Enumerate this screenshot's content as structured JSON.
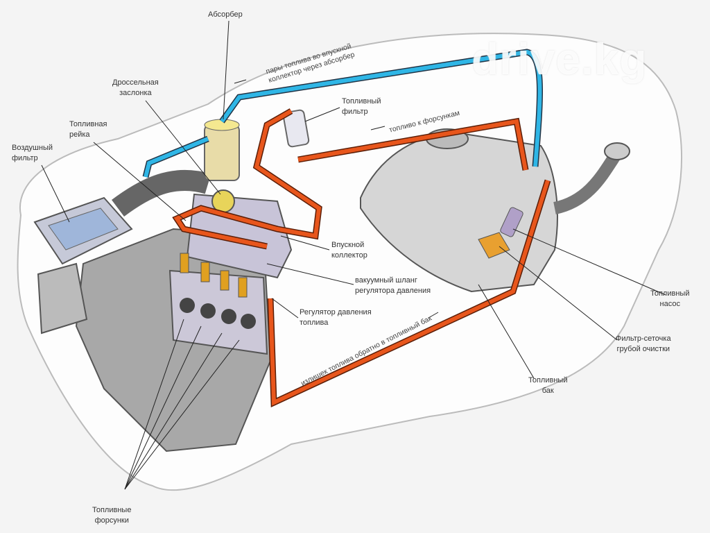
{
  "watermark": "drive.kg",
  "labels": {
    "absorber": "Абсорбер",
    "throttle": [
      "Дроссельная",
      "заслонка"
    ],
    "fuel_rail": [
      "Топливная",
      "рейка"
    ],
    "air_filter": [
      "Воздушный",
      "фильтр"
    ],
    "fuel_filter": [
      "Топливный",
      "фильтр"
    ],
    "intake_manifold": [
      "Впускной",
      "коллектор"
    ],
    "vacuum_hose": [
      "вакуумный шланг",
      "регулятора давления"
    ],
    "pressure_regulator": [
      "Регулятор давления",
      "топлива"
    ],
    "fuel_pump": [
      "Топливный",
      "насос"
    ],
    "strainer": [
      "Фильтр-сеточка",
      "грубой очистки"
    ],
    "fuel_tank": [
      "Топливный",
      "бак"
    ],
    "injectors": [
      "Топливные",
      "форсунки"
    ]
  },
  "flow_notes": {
    "vapors": [
      "пары топлива во впускной",
      "коллектор через абсорбер"
    ],
    "to_injectors": "топливо к форсункам",
    "return": "излишек топлива обратно в топливный бак"
  },
  "colors": {
    "vapor_line": "#2fb6e6",
    "fuel_line": "#e8561c",
    "body": "#ffffff",
    "engine": "#9a9a9a"
  }
}
